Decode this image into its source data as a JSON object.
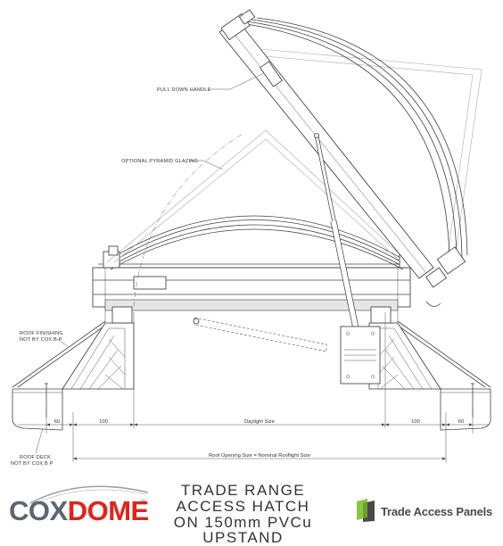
{
  "labels": {
    "pull_down_handle": "PULL DOWN HANDLE",
    "optional_pyramid_glazing": "OPTIONAL PYRAMID GLAZING",
    "roof_finishing_line1": "ROOF FINISHING",
    "roof_finishing_line2": "NOT BY COX B P",
    "roof_deck_line1": "ROOF DECK",
    "roof_deck_line2": "NOT BY COX B P"
  },
  "dimensions": {
    "left_60": "60",
    "left_100": "100",
    "daylight_size": "Daylight Size",
    "right_100": "100",
    "right_60": "60",
    "roof_opening_size": "Roof Opening Size = Nominal Rooflight Size"
  },
  "footer": {
    "title_line1": "TRADE RANGE",
    "title_line2": "ACCESS HATCH",
    "title_line3": "ON 150mm PVCu UPSTAND",
    "brand_left_a": "COX",
    "brand_left_b": "DOME",
    "brand_left_mark": "®",
    "brand_right": "Trade Access Panels"
  },
  "colors": {
    "coxdome_grey": "#5c6670",
    "coxdome_red": "#e2231a",
    "tap_green": "#8cc63f",
    "tap_dark": "#4a4a4a",
    "line": "#444444"
  },
  "icons": [
    "coxdome-swoosh-icon",
    "trade-access-panels-logo-icon"
  ]
}
